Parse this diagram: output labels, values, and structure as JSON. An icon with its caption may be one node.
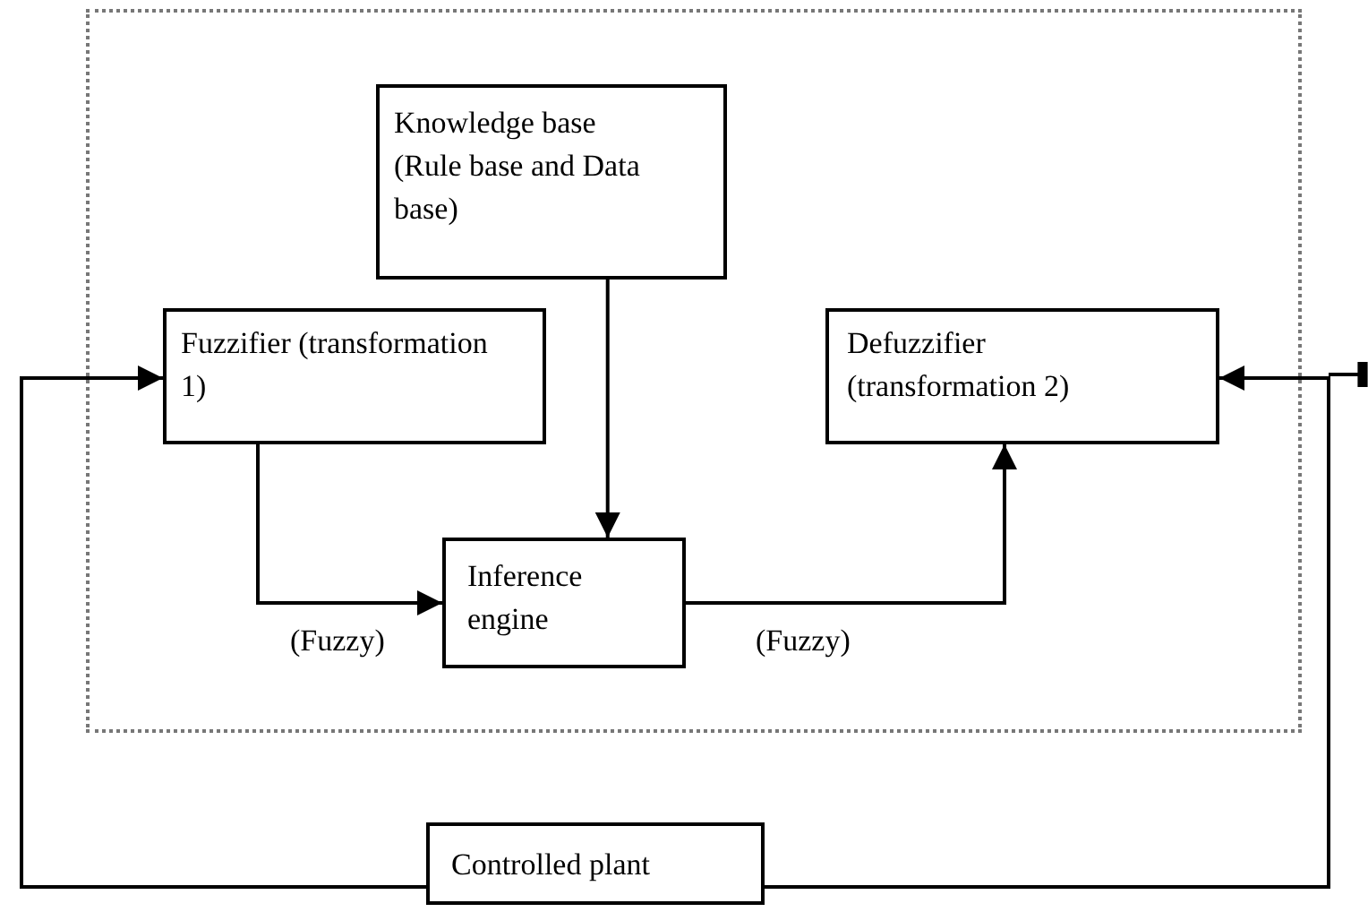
{
  "diagram": {
    "nodes": [
      {
        "text": [],
        "shape": "box"
      },
      {
        "text": [
          "Knowledge base (Rule base and Data base)"
        ],
        "in": 0
      },
      {
        "text": [
          "Fuzzifier (transformation 1)"
        ],
        "in": 0
      },
      {
        "text": [
          "Defuzzifier (transformation 2)"
        ],
        "in": 0
      },
      {
        "text": [
          "Inference engine"
        ],
        "in": 0
      },
      {
        "text": [
          "Controlled plant"
        ]
      }
    ],
    "edges": [
      {
        "from": 1,
        "to": 4,
        "arrow": "to"
      },
      {
        "from": 2,
        "to": 4,
        "arrow": "to",
        "label": "(Fuzzy)"
      },
      {
        "from": 4,
        "to": 3,
        "arrow": "to",
        "label": "(Fuzzy)"
      },
      {
        "from": 5,
        "to": 2,
        "arrow": "to"
      },
      {
        "from": 5,
        "to": 3,
        "arrow": "to"
      }
    ]
  }
}
